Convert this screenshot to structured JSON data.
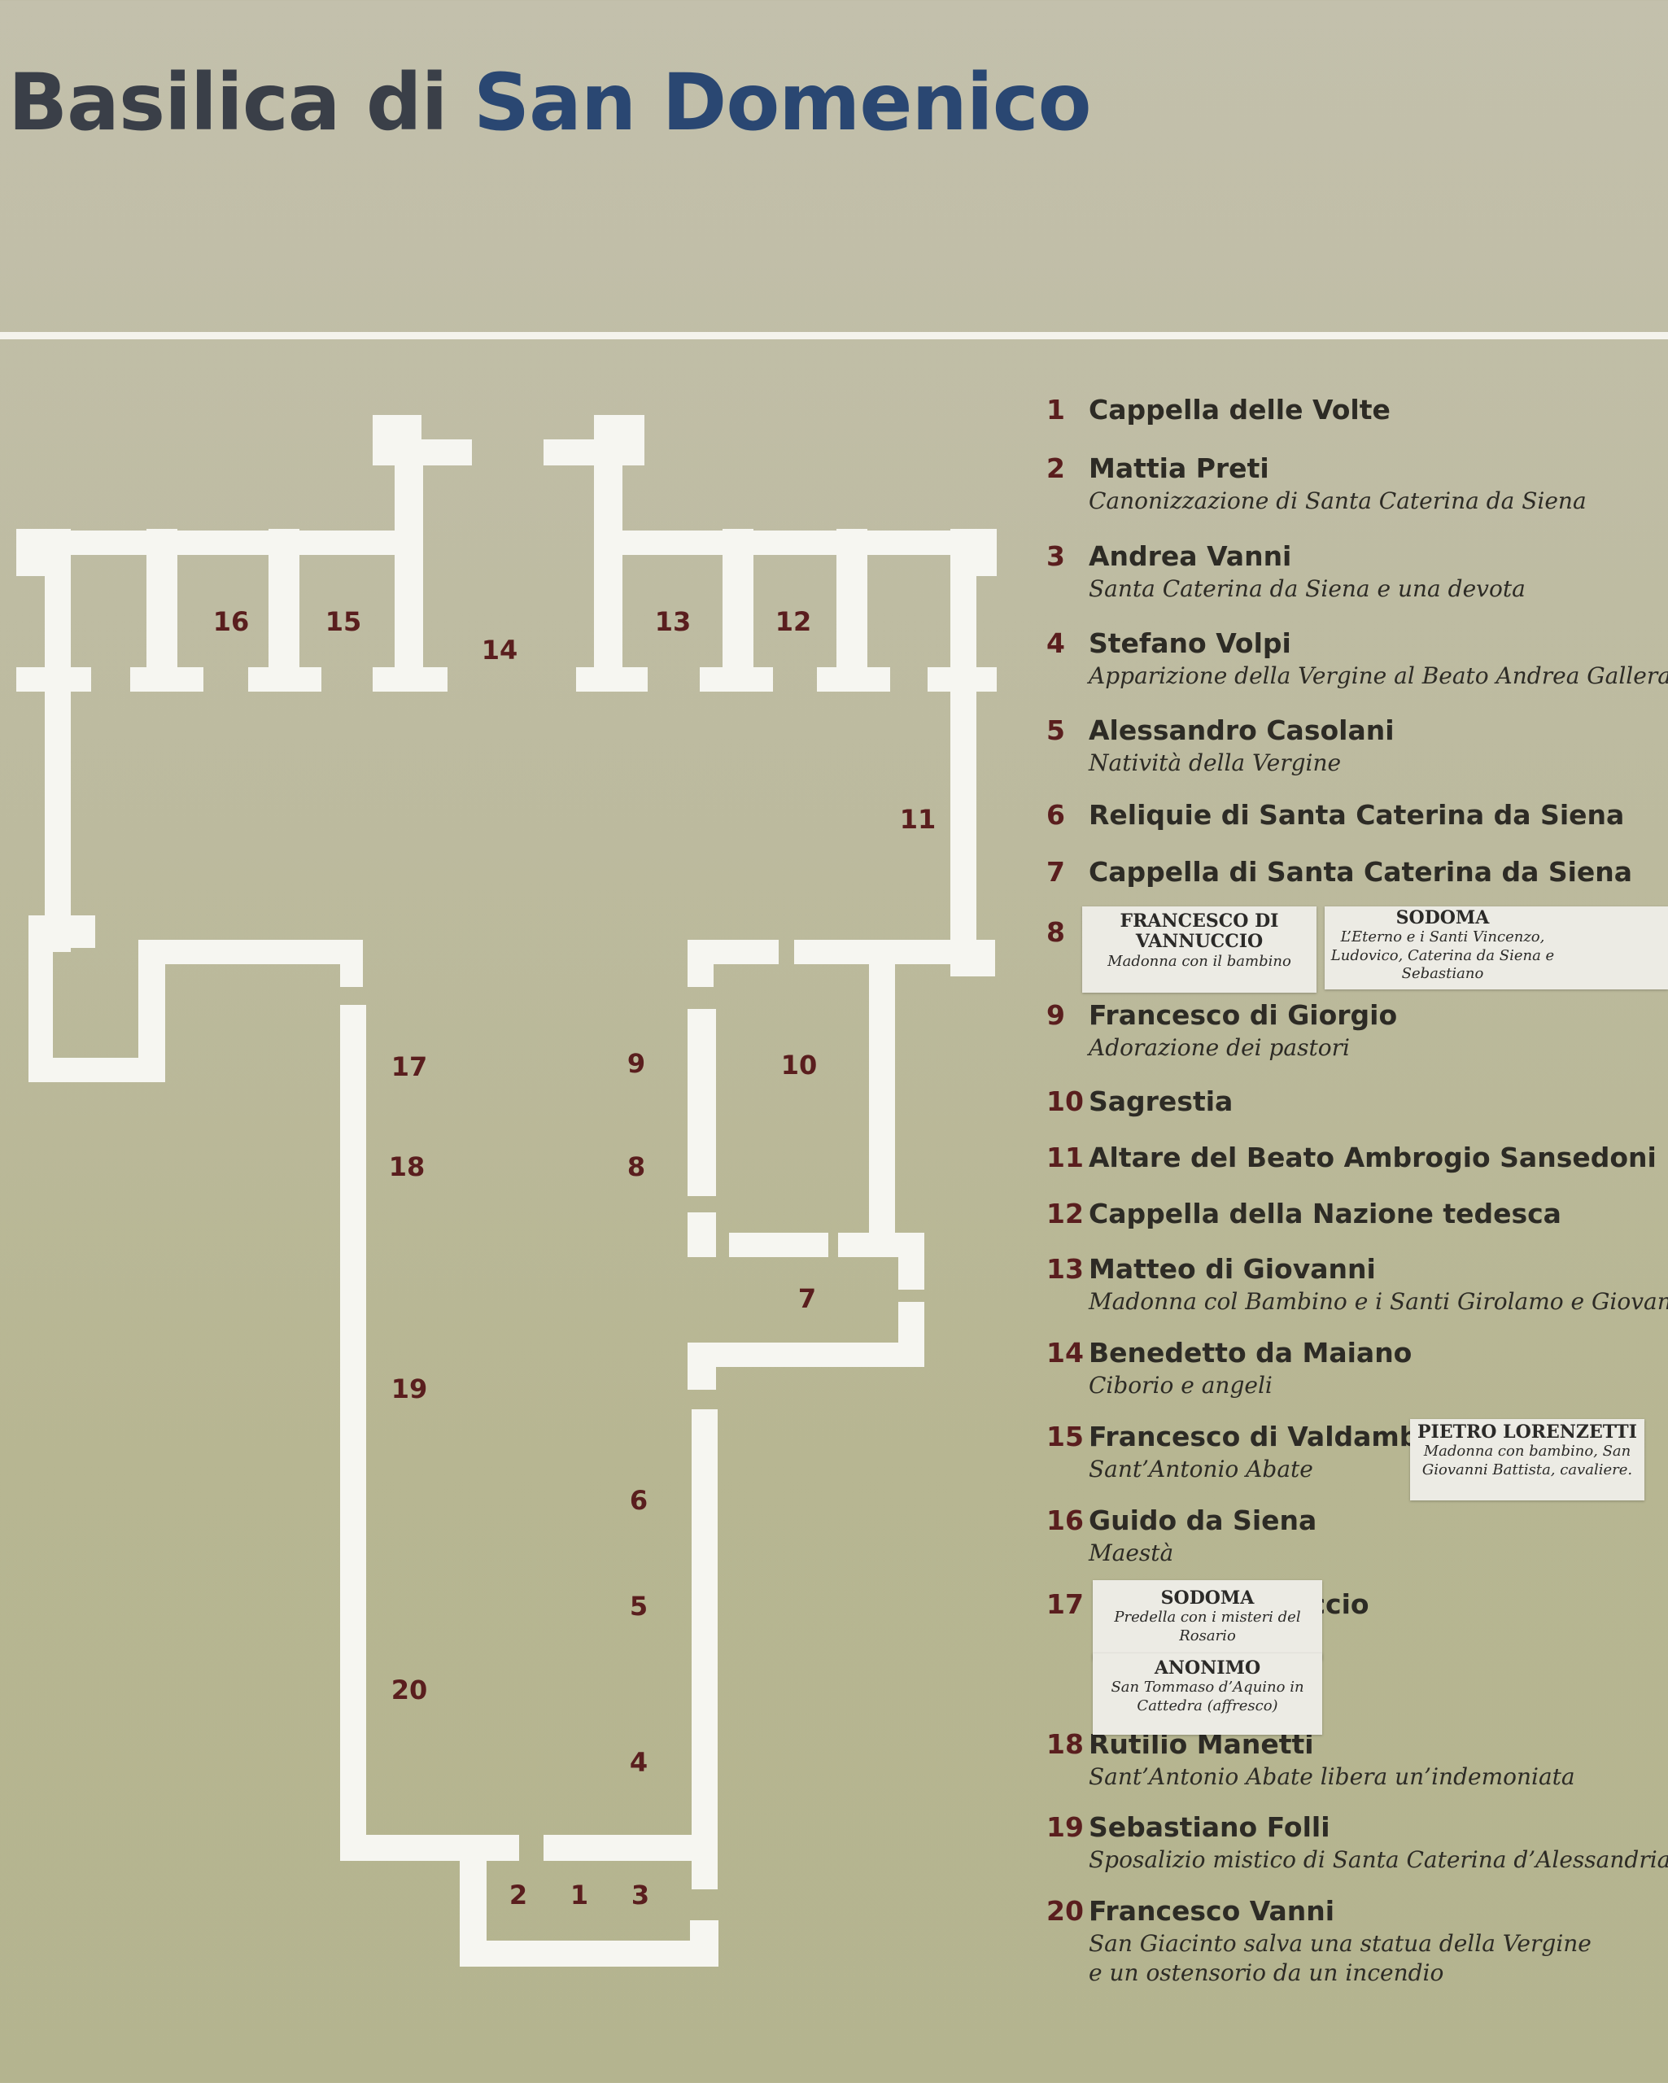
{
  "title": {
    "part1": "Basilica di",
    "part2": "San Domenico"
  },
  "plan": {
    "room_labels": [
      "1",
      "2",
      "3",
      "4",
      "5",
      "6",
      "7",
      "8",
      "9",
      "10",
      "11",
      "12",
      "13",
      "14",
      "15",
      "16",
      "17",
      "18",
      "19",
      "20"
    ]
  },
  "legend": [
    {
      "num": "1",
      "name": "Cappella delle Volte",
      "work": ""
    },
    {
      "num": "2",
      "name": "Mattia Preti",
      "work": "Canonizzazione di Santa Caterina da Siena"
    },
    {
      "num": "3",
      "name": "Andrea Vanni",
      "work": "Santa Caterina da Siena e una devota"
    },
    {
      "num": "4",
      "name": "Stefano Volpi",
      "work": "Apparizione della Vergine al Beato Andrea Gallerani"
    },
    {
      "num": "5",
      "name": "Alessandro Casolani",
      "work": "Natività della Vergine"
    },
    {
      "num": "6",
      "name": "Reliquie di Santa Caterina da Siena",
      "work": ""
    },
    {
      "num": "7",
      "name": "Cappella di Santa Caterina da Siena",
      "work": ""
    },
    {
      "num": "8",
      "name": "",
      "work": ""
    },
    {
      "num": "9",
      "name": "Francesco di Giorgio",
      "work": "Adorazione dei pastori"
    },
    {
      "num": "10",
      "name": "Sagrestia",
      "work": ""
    },
    {
      "num": "11",
      "name": "Altare del Beato Ambrogio Sansedoni",
      "work": ""
    },
    {
      "num": "12",
      "name": "Cappella della Nazione tedesca",
      "work": ""
    },
    {
      "num": "13",
      "name": "Matteo di Giovanni",
      "work": "Madonna col Bambino e i Santi Girolamo e Giovanni Bat"
    },
    {
      "num": "14",
      "name": "Benedetto da Maiano",
      "work": "Ciborio e angeli"
    },
    {
      "num": "15",
      "name": "Francesco di Valdambrino",
      "work": "Sant’Antonio Abate"
    },
    {
      "num": "16",
      "name": "Guido da Siena",
      "work": "Maestà"
    },
    {
      "num": "17",
      "name": "uccio",
      "work": ""
    },
    {
      "num": "18",
      "name": "Rutilio Manetti",
      "work": "Sant’Antonio Abate libera un’indemoniata"
    },
    {
      "num": "19",
      "name": "Sebastiano Folli",
      "work": "Sposalizio mistico di Santa Caterina d’Alessandria"
    },
    {
      "num": "20",
      "name": "Francesco Vanni",
      "work": "San Giacinto salva una statua della Vergine",
      "work2": "e un ostensorio da un incendio"
    }
  ],
  "stickers": [
    {
      "artist": "FRANCESCO DI VANNUCCIO",
      "work": "Madonna con il bambino"
    },
    {
      "artist": "SODOMA",
      "work": "L’Eterno e i Santi Vincenzo, Ludovico, Caterina da Siena e Sebastiano"
    },
    {
      "artist": "PIETRO LORENZETTI",
      "work": "Madonna con bambino, San Giovanni Battista, cavaliere."
    },
    {
      "artist": "SODOMA",
      "work": "Predella con i misteri del Rosario"
    },
    {
      "artist": "ANONIMO",
      "work": "San Tommaso d’Aquino in Cattedra (affresco)"
    }
  ]
}
